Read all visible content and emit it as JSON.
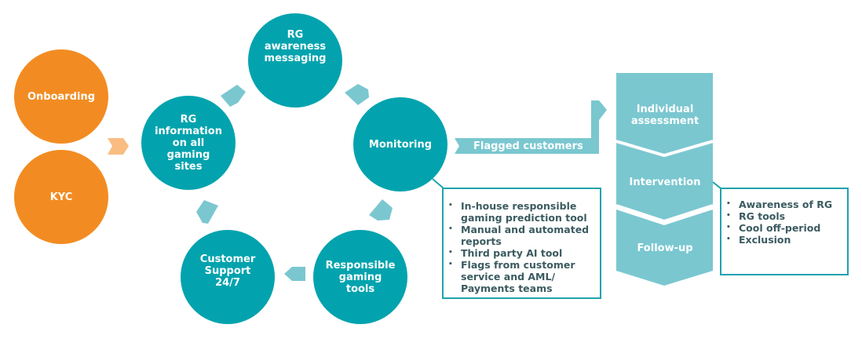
{
  "colors": {
    "orange": "#f28c22",
    "orange_light": "#f9bd82",
    "teal": "#02a3ae",
    "teal_light": "#7ac7d0",
    "box_border": "#1ea3ae",
    "box_text": "#3b5b60"
  },
  "entry": {
    "onboarding": "Onboarding",
    "kyc": "KYC"
  },
  "cycle": {
    "rg_information": "RG information on all gaming sites",
    "rg_awareness": "RG awareness messaging",
    "monitoring": "Monitoring",
    "responsible_tools": "Responsible gaming tools",
    "customer_support": "Customer Support 24/7"
  },
  "flow": {
    "flagged_customers": "Flagged customers"
  },
  "steps": [
    {
      "label": "Individual assessment"
    },
    {
      "label": "Intervention"
    },
    {
      "label": "Follow-up"
    }
  ],
  "monitoring_sources": [
    "In-house responsible gaming prediction tool",
    "Manual and automated reports",
    "Third party AI tool",
    "Flags from customer service and AML/ Payments teams"
  ],
  "intervention_options": [
    "Awareness of RG",
    "RG tools",
    "Cool off-period",
    "Exclusion"
  ]
}
